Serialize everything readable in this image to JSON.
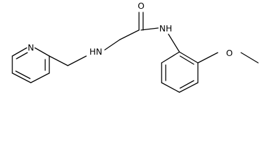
{
  "molecule": {
    "atoms": {
      "carbonyl_oxygen": "O",
      "amide_nitrogen": "NH",
      "amine_nitrogen": "HN",
      "pyridine_nitrogen": "N",
      "ether_oxygen": "O"
    }
  }
}
